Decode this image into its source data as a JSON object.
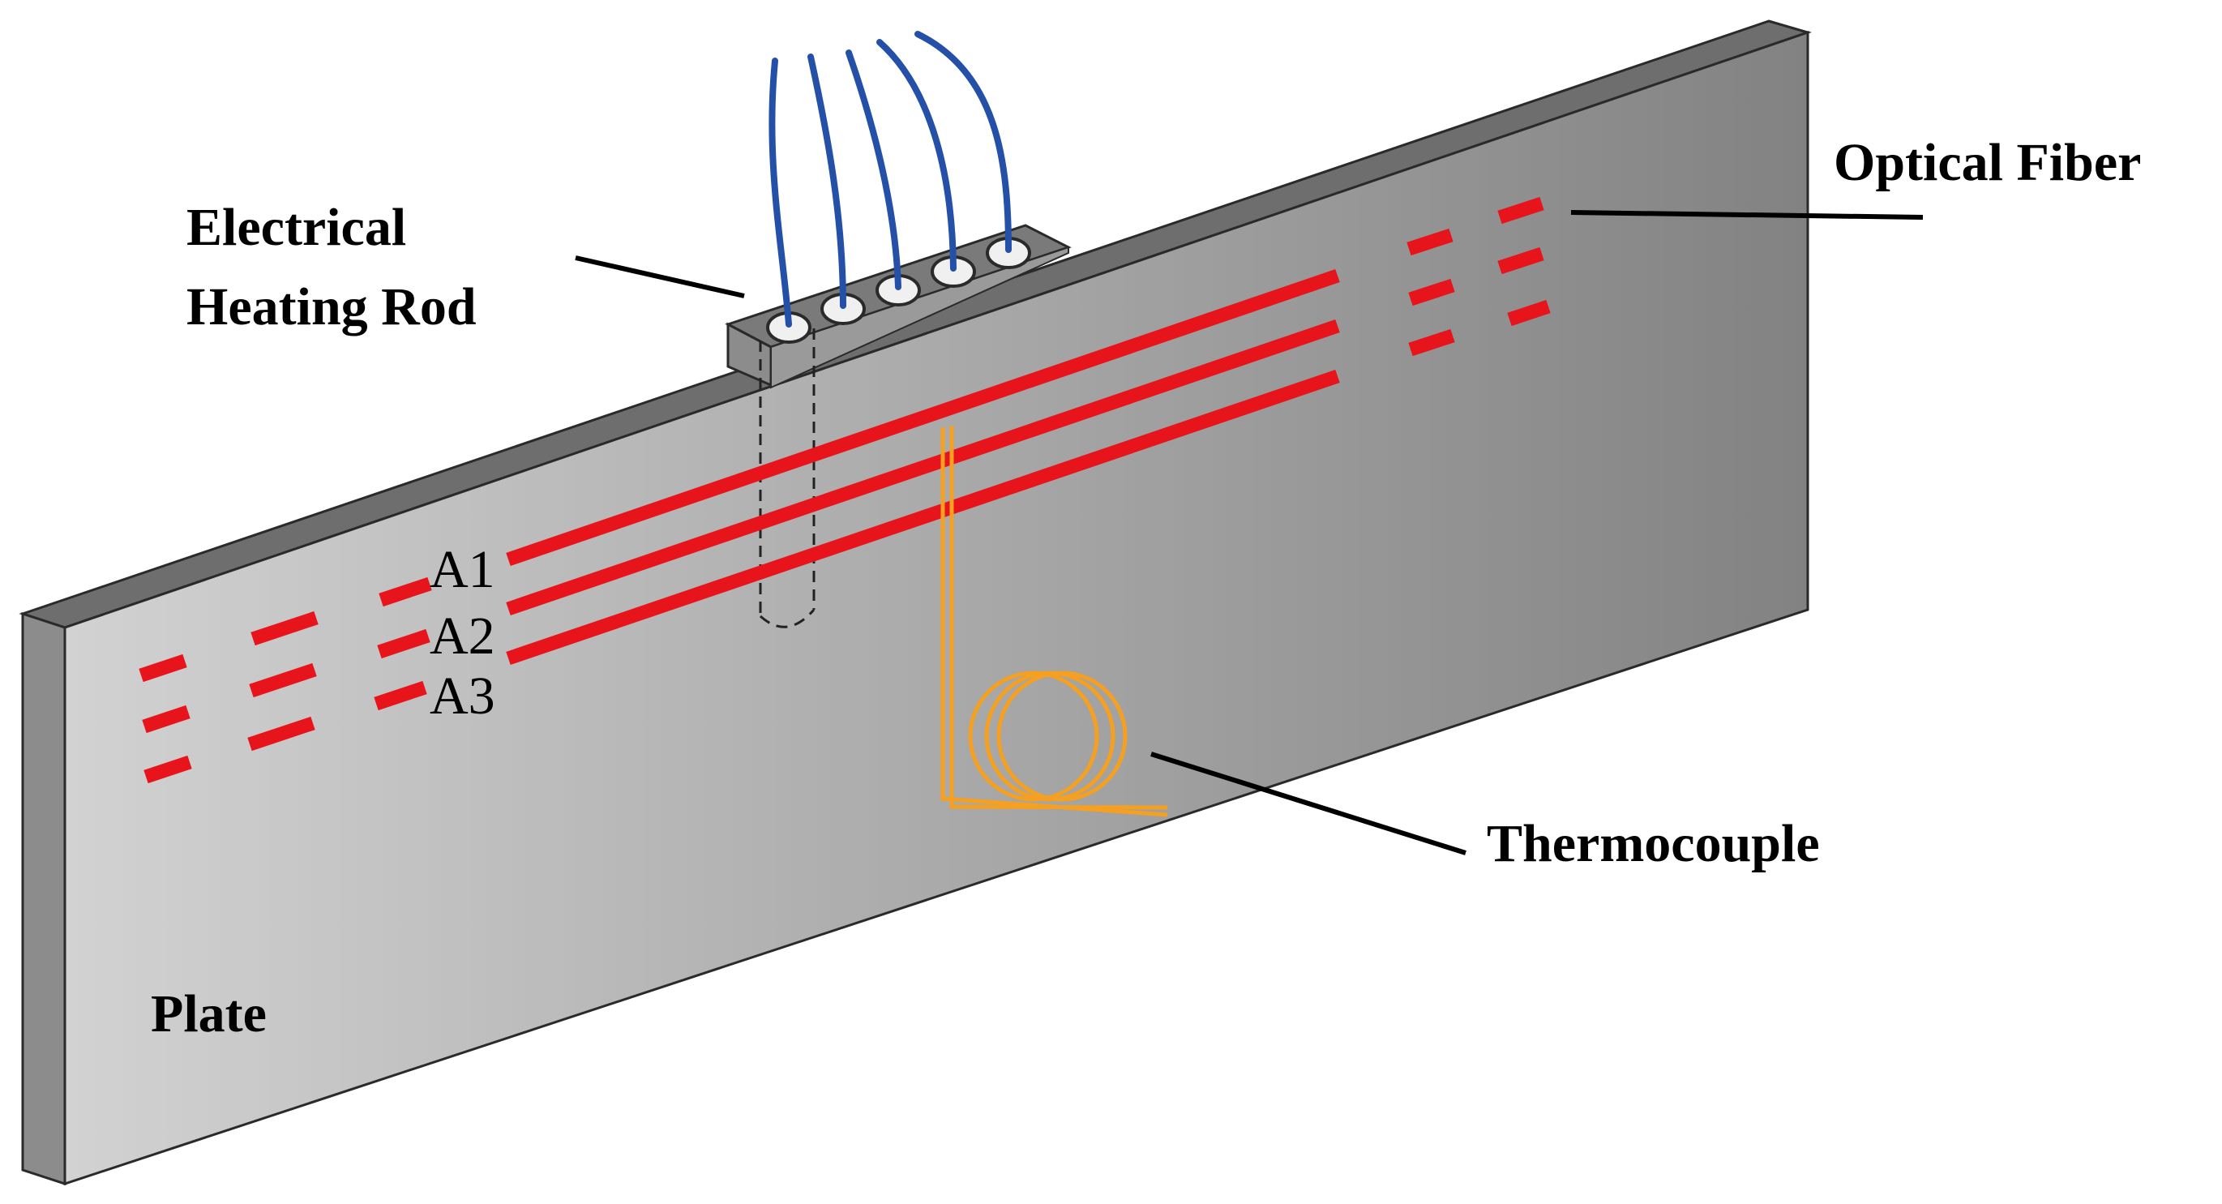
{
  "labels": {
    "optical_fiber": "Optical Fiber",
    "heating_rod_line1": "Electrical",
    "heating_rod_line2": "Heating Rod",
    "thermocouple": "Thermocouple",
    "plate": "Plate",
    "fiber_a1": "A1",
    "fiber_a2": "A2",
    "fiber_a3": "A3"
  },
  "colors": {
    "fiber": "#e8141c",
    "thermocouple": "#f5a020",
    "heating_wire": "#2450a8",
    "plate_light": "#d2d2d2",
    "plate_dark": "#828282",
    "plate_top": "#6e6e6e",
    "plate_side": "#8c8c8c",
    "leader": "#000000"
  }
}
